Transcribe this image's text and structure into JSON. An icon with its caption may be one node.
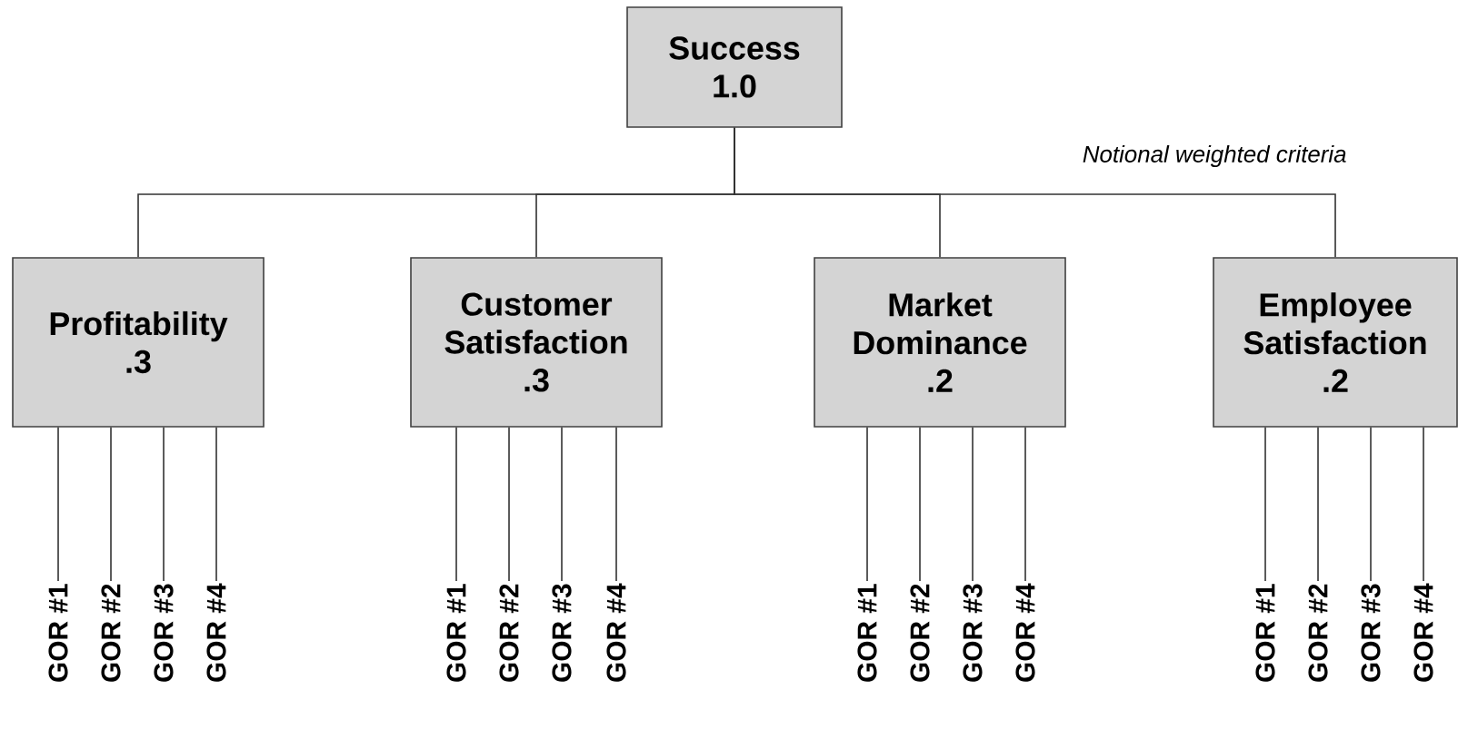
{
  "diagram": {
    "nodes": [
      {
        "text": [
          "Success",
          "1.0"
        ]
      },
      {
        "text": [
          "Profitability",
          ".3"
        ]
      },
      {
        "text": [
          "Customer Satisfaction",
          ".3"
        ]
      },
      {
        "text": [
          "Market Dominance",
          ".2"
        ]
      },
      {
        "text": [
          "Employee Satisfaction",
          ".2"
        ]
      },
      {
        "text": [
          "GOR #1"
        ]
      },
      {
        "text": [
          "GOR #2"
        ]
      },
      {
        "text": [
          "GOR #3"
        ]
      },
      {
        "text": [
          "GOR #4"
        ]
      },
      {
        "text": [
          "GOR #1"
        ]
      },
      {
        "text": [
          "GOR #2"
        ]
      },
      {
        "text": [
          "GOR #3"
        ]
      },
      {
        "text": [
          "GOR #4"
        ]
      },
      {
        "text": [
          "GOR #1"
        ]
      },
      {
        "text": [
          "GOR #2"
        ]
      },
      {
        "text": [
          "GOR #3"
        ]
      },
      {
        "text": [
          "GOR #4"
        ]
      },
      {
        "text": [
          "GOR #1"
        ]
      },
      {
        "text": [
          "GOR #2"
        ]
      },
      {
        "text": [
          "GOR #3"
        ]
      },
      {
        "text": [
          "GOR #4"
        ]
      }
    ],
    "edges": [
      {
        "from": 0,
        "to": 1,
        "arrow": "none"
      },
      {
        "from": 0,
        "to": 2,
        "arrow": "none"
      },
      {
        "from": 0,
        "to": 3,
        "arrow": "none"
      },
      {
        "from": 0,
        "to": 4,
        "arrow": "none"
      },
      {
        "from": 1,
        "to": 5,
        "arrow": "none"
      },
      {
        "from": 1,
        "to": 6,
        "arrow": "none"
      },
      {
        "from": 1,
        "to": 7,
        "arrow": "none"
      },
      {
        "from": 1,
        "to": 8,
        "arrow": "none"
      },
      {
        "from": 2,
        "to": 9,
        "arrow": "none"
      },
      {
        "from": 2,
        "to": 10,
        "arrow": "none"
      },
      {
        "from": 2,
        "to": 11,
        "arrow": "none"
      },
      {
        "from": 2,
        "to": 12,
        "arrow": "none"
      },
      {
        "from": 3,
        "to": 13,
        "arrow": "none"
      },
      {
        "from": 3,
        "to": 14,
        "arrow": "none"
      },
      {
        "from": 3,
        "to": 15,
        "arrow": "none"
      },
      {
        "from": 3,
        "to": 16,
        "arrow": "none"
      },
      {
        "from": 4,
        "to": 17,
        "arrow": "none"
      },
      {
        "from": 4,
        "to": 18,
        "arrow": "none"
      },
      {
        "from": 4,
        "to": 19,
        "arrow": "none"
      },
      {
        "from": 4,
        "to": 20,
        "arrow": "none"
      }
    ],
    "labels": [
      "Notional weighted criteria"
    ]
  }
}
